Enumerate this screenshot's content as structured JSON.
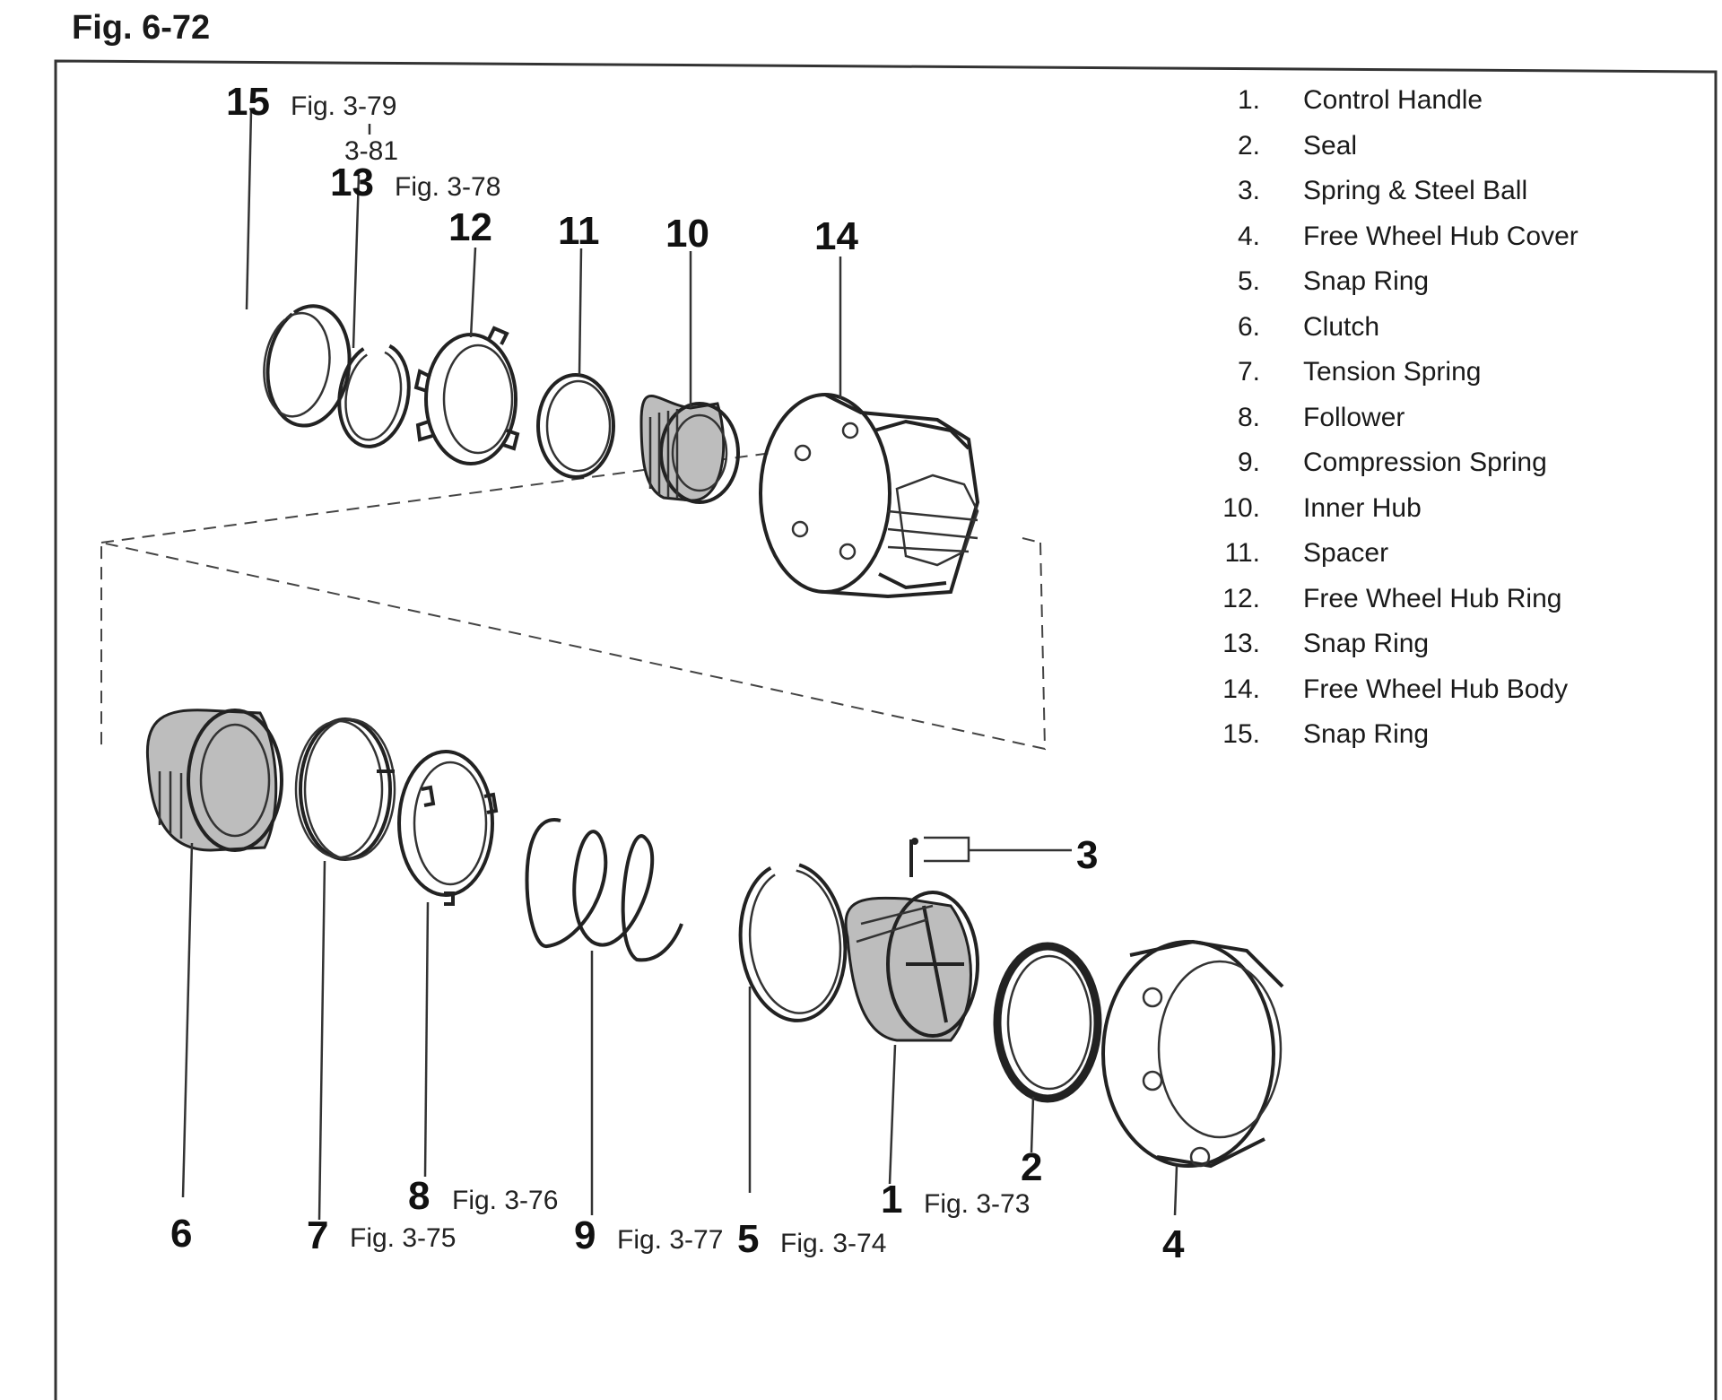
{
  "figure": {
    "title": "Fig. 6-72"
  },
  "callouts": [
    {
      "number": "15",
      "ref": "Fig. 3-79"
    },
    {
      "number": "",
      "ref": "3-81"
    },
    {
      "number": "13",
      "ref": "Fig. 3-78"
    },
    {
      "number": "12",
      "ref": ""
    },
    {
      "number": "11",
      "ref": ""
    },
    {
      "number": "10",
      "ref": ""
    },
    {
      "number": "14",
      "ref": ""
    },
    {
      "number": "3",
      "ref": ""
    },
    {
      "number": "6",
      "ref": ""
    },
    {
      "number": "7",
      "ref": "Fig. 3-75"
    },
    {
      "number": "8",
      "ref": "Fig. 3-76"
    },
    {
      "number": "9",
      "ref": "Fig. 3-77"
    },
    {
      "number": "5",
      "ref": "Fig. 3-74"
    },
    {
      "number": "1",
      "ref": "Fig. 3-73"
    },
    {
      "number": "2",
      "ref": ""
    },
    {
      "number": "4",
      "ref": ""
    }
  ],
  "legend": [
    {
      "no": "1.",
      "name": "Control Handle"
    },
    {
      "no": "2.",
      "name": "Seal"
    },
    {
      "no": "3.",
      "name": "Spring & Steel Ball"
    },
    {
      "no": "4.",
      "name": "Free Wheel Hub Cover"
    },
    {
      "no": "5.",
      "name": "Snap Ring"
    },
    {
      "no": "6.",
      "name": "Clutch"
    },
    {
      "no": "7.",
      "name": "Tension Spring"
    },
    {
      "no": "8.",
      "name": "Follower"
    },
    {
      "no": "9.",
      "name": "Compression Spring"
    },
    {
      "no": "10.",
      "name": "Inner Hub"
    },
    {
      "no": "11.",
      "name": "Spacer"
    },
    {
      "no": "12.",
      "name": "Free Wheel Hub Ring"
    },
    {
      "no": "13.",
      "name": "Snap Ring"
    },
    {
      "no": "14.",
      "name": "Free Wheel Hub Body"
    },
    {
      "no": "15.",
      "name": "Snap Ring"
    }
  ]
}
